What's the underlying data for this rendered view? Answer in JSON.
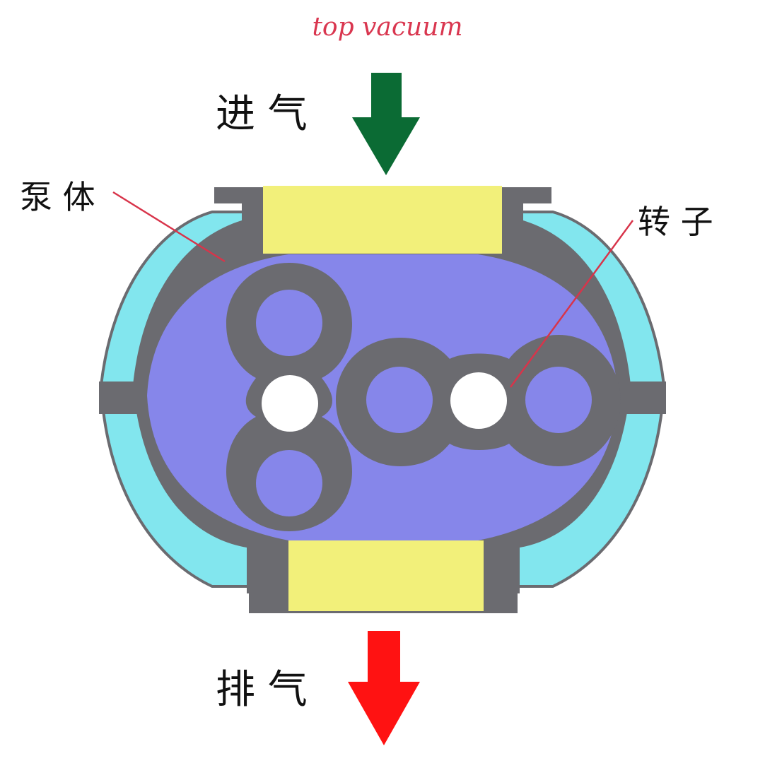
{
  "watermark": "top vacuum",
  "labels": {
    "inlet": "进 气",
    "outlet": "排 气",
    "pump_body": "泵 体",
    "rotor": "转 子"
  },
  "colors": {
    "watermark": "#d9364f",
    "inlet_arrow": "#0b6b34",
    "outlet_arrow": "#ff1212",
    "housing": "#6b6b70",
    "chamber": "#8686ea",
    "cooling_jacket": "#82e6ee",
    "port_flange": "#f2f07a",
    "bore": "#ffffff",
    "leader_line": "#d8344a"
  }
}
